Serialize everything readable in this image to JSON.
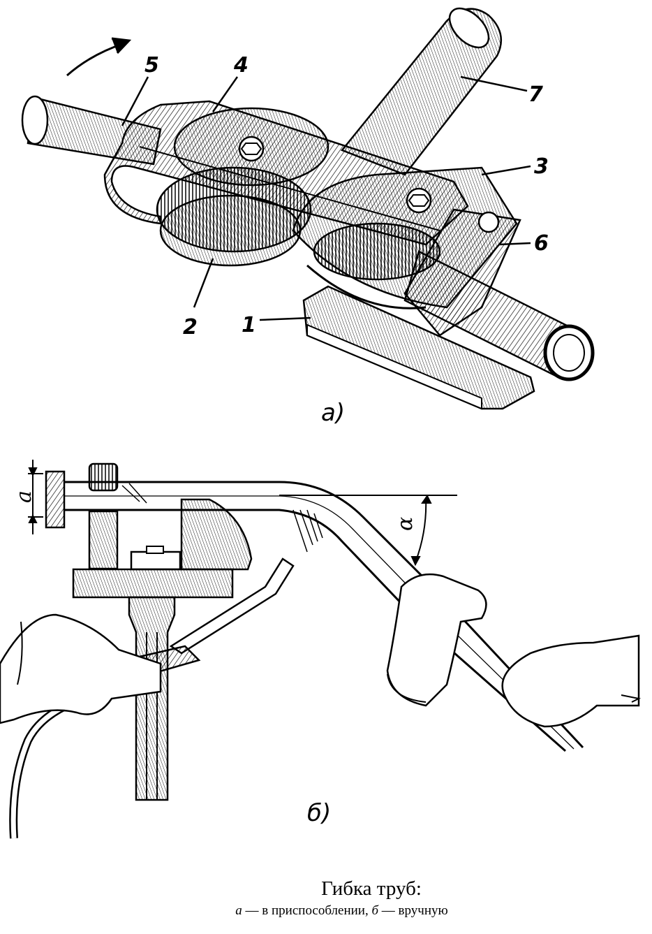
{
  "figure_a": {
    "callouts": [
      "5",
      "4",
      "7",
      "3",
      "6",
      "2",
      "1"
    ],
    "sublabel": "а)"
  },
  "figure_b": {
    "dimension_label": "a",
    "angle_label": "α",
    "sublabel": "б)"
  },
  "caption": {
    "title": "Гибка труб:",
    "part_a_letter": "а",
    "part_a_text": " — в приспособлении, ",
    "part_b_letter": "б",
    "part_b_text": " — вручную"
  }
}
